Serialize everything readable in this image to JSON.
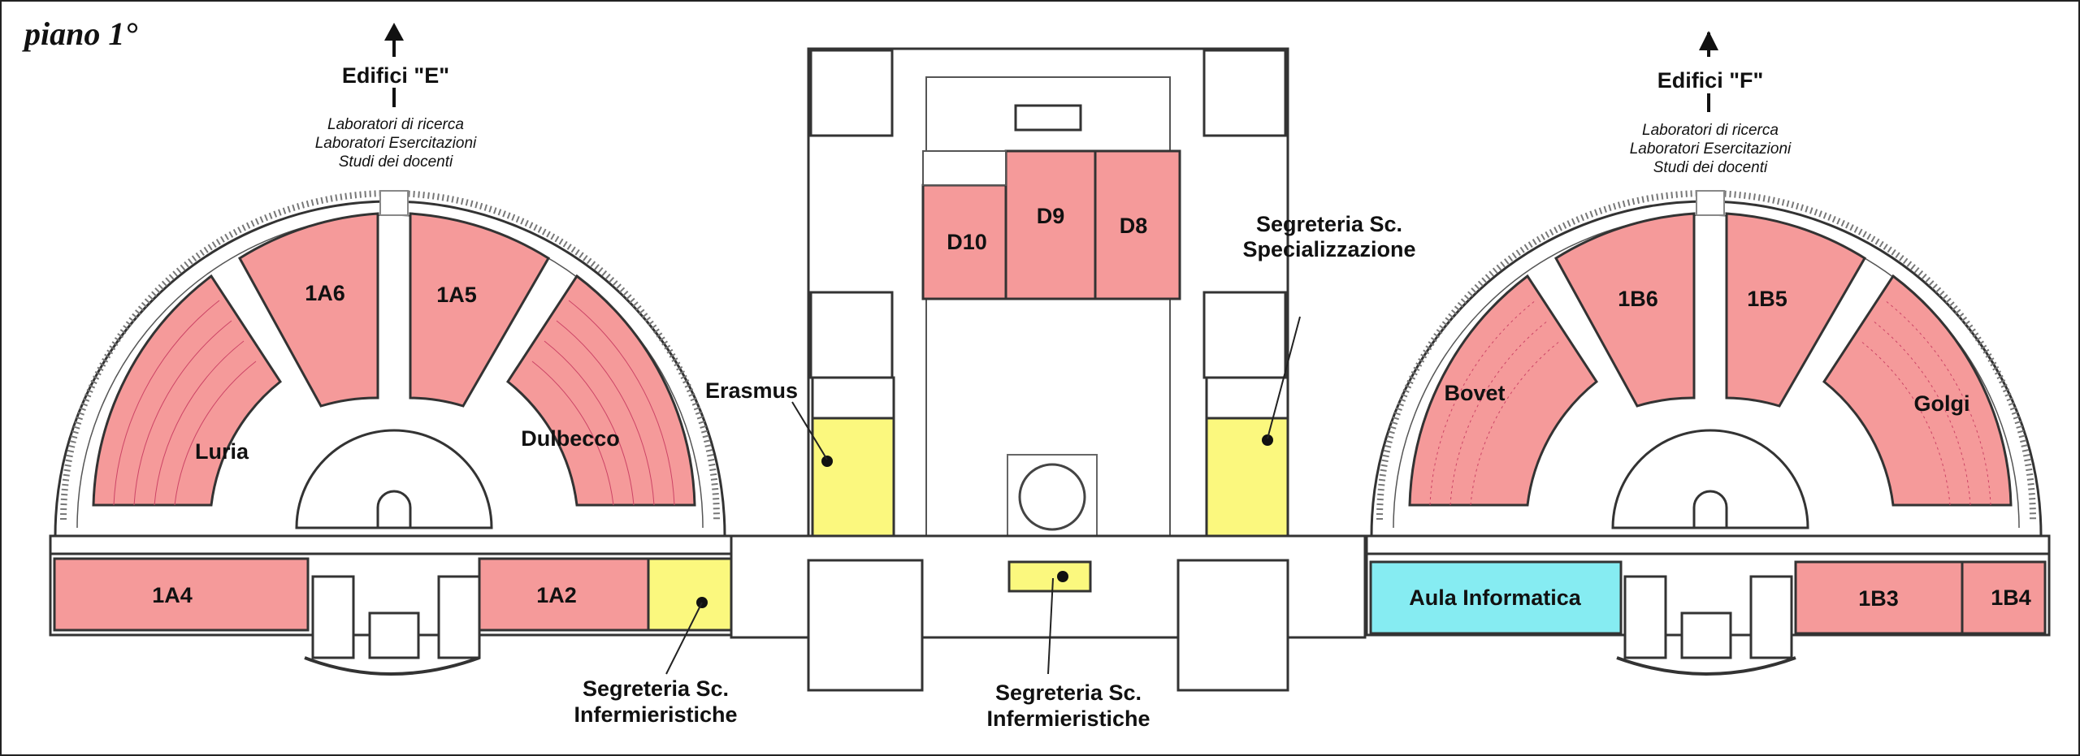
{
  "floor_label": "piano 1°",
  "colors": {
    "classroom": "#f59a9a",
    "office": "#fbf87e",
    "computer_lab": "#86ecf2",
    "wall": "#333333"
  },
  "buildings": {
    "east": {
      "title": "Edifici \"E\"",
      "lines": [
        "Laboratori di ricerca",
        "Laboratori Esercitazioni",
        "Studi dei docenti"
      ]
    },
    "west": {
      "title": "Edifici \"F\"",
      "lines": [
        "Laboratori di ricerca",
        "Laboratori Esercitazioni",
        "Studi dei docenti"
      ]
    }
  },
  "rooms": {
    "r1A6": "1A6",
    "r1A5": "1A5",
    "luria": "Luria",
    "dulbecco": "Dulbecco",
    "r1A4": "1A4",
    "r1A2": "1A2",
    "d10": "D10",
    "d9": "D9",
    "d8": "D8",
    "r1B6": "1B6",
    "r1B5": "1B5",
    "bovet": "Bovet",
    "golgi": "Golgi",
    "r1B3": "1B3",
    "r1B4": "1B4",
    "aula_informatica": "Aula Informatica"
  },
  "offices": {
    "erasmus": "Erasmus",
    "spec_line1": "Segreteria Sc.",
    "spec_line2": "Specializzazione",
    "inf_left_line1": "Segreteria Sc.",
    "inf_left_line2": "Infermieristiche",
    "inf_mid_line1": "Segreteria Sc.",
    "inf_mid_line2": "Infermieristiche"
  }
}
